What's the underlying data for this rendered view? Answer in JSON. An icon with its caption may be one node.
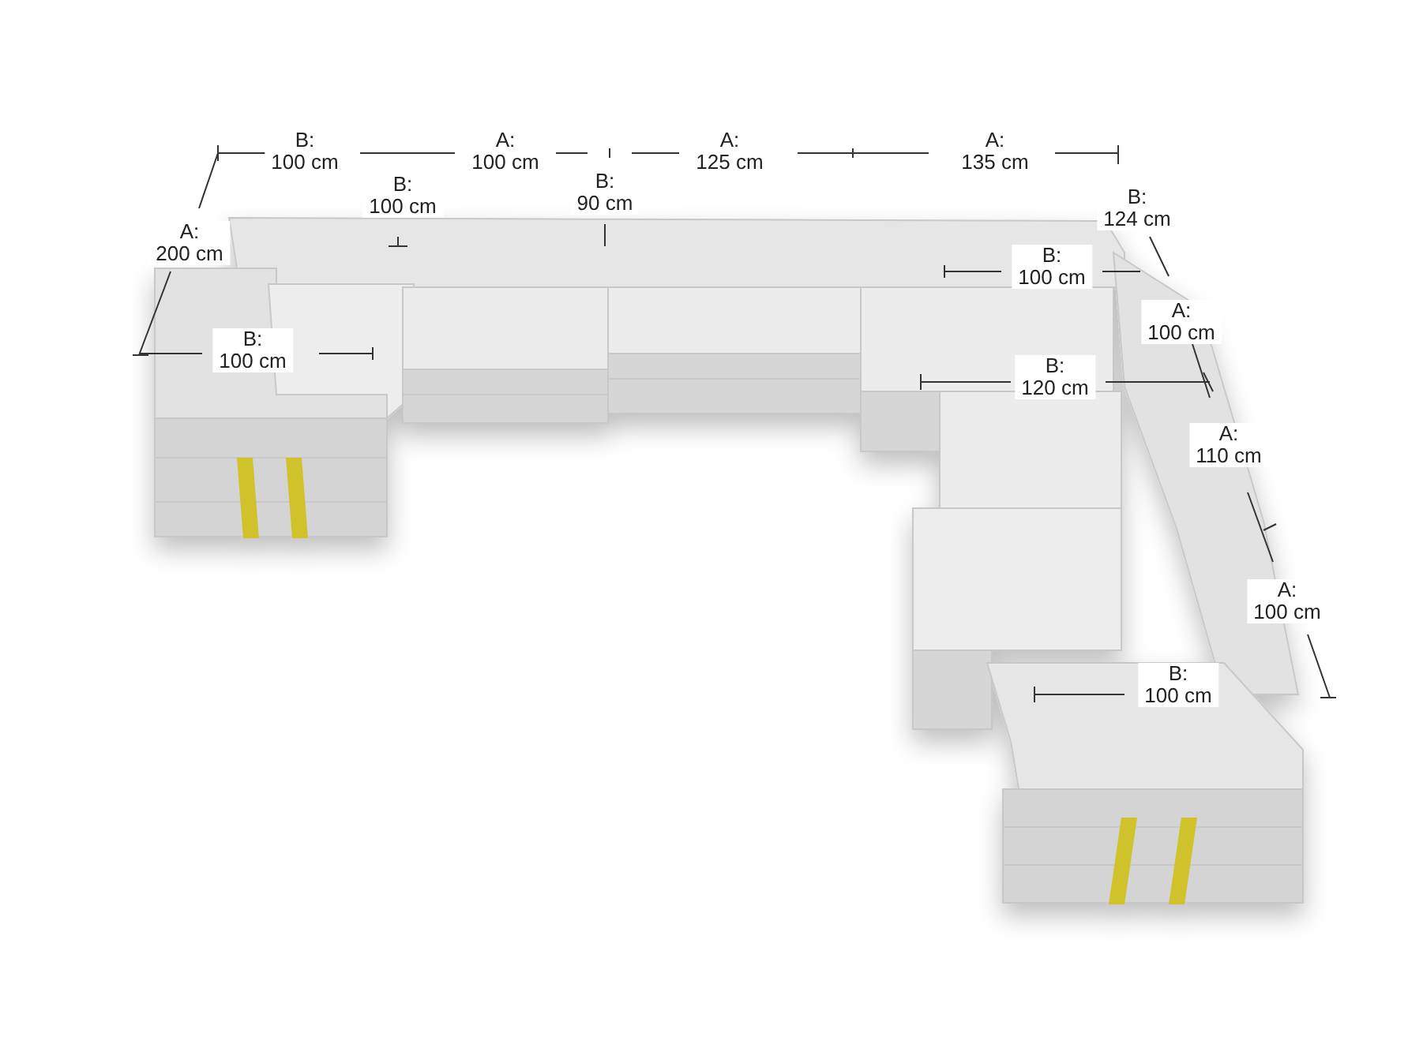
{
  "diagram": {
    "labels": [
      "B: 100 cm",
      "A: 100 cm",
      "A: 125 cm",
      "A: 135 cm",
      "B: 100 cm",
      "B: 90 cm",
      "B: 124 cm",
      "A: 200 cm",
      "B: 100 cm",
      "A: 100 cm",
      "B: 100 cm",
      "B: 120 cm",
      "A: 110 cm",
      "A: 100 cm",
      "B: 100 cm"
    ]
  }
}
